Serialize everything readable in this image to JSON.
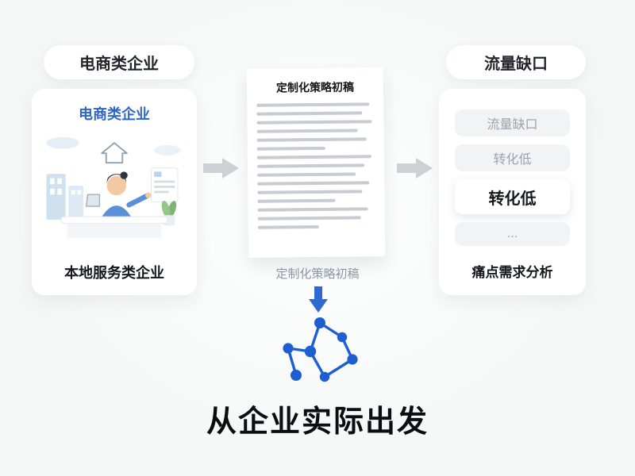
{
  "left_panel": {
    "badge": "电商类企业",
    "card_title": "电商类企业",
    "card_footer": "本地服务类企业"
  },
  "center_panel": {
    "document_title": "定制化策略初稿",
    "caption": "定制化策略初稿",
    "headline": "从企业实际出发"
  },
  "right_panel": {
    "badge": "流量缺口",
    "items": [
      {
        "label": "流量缺口",
        "emphasized": false
      },
      {
        "label": "转化低",
        "emphasized": false
      },
      {
        "label": "转化低",
        "emphasized": true
      },
      {
        "label": "...",
        "emphasized": false
      }
    ],
    "footer": "痛点需求分析"
  },
  "colors": {
    "accent_blue": "#2e66c8",
    "network_blue": "#1d5fd2",
    "arrow_gray": "#cbd1d5",
    "background": "#f5f7f7"
  }
}
